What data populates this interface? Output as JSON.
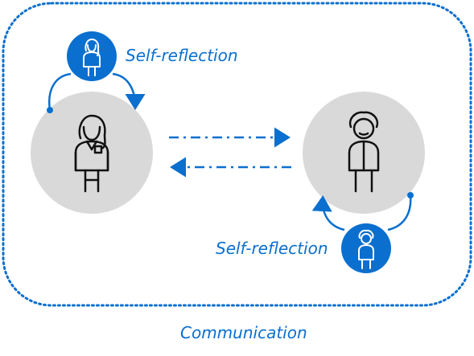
{
  "diagram": {
    "top_label": "Self-reflection",
    "bottom_label": "Self-reflection",
    "footer_label": "Communication"
  },
  "colors": {
    "accent": "#0a6fce",
    "circle_gray": "#d9d9d9",
    "figure_stroke": "#111111",
    "icon_on_blue": "#ffffff"
  }
}
